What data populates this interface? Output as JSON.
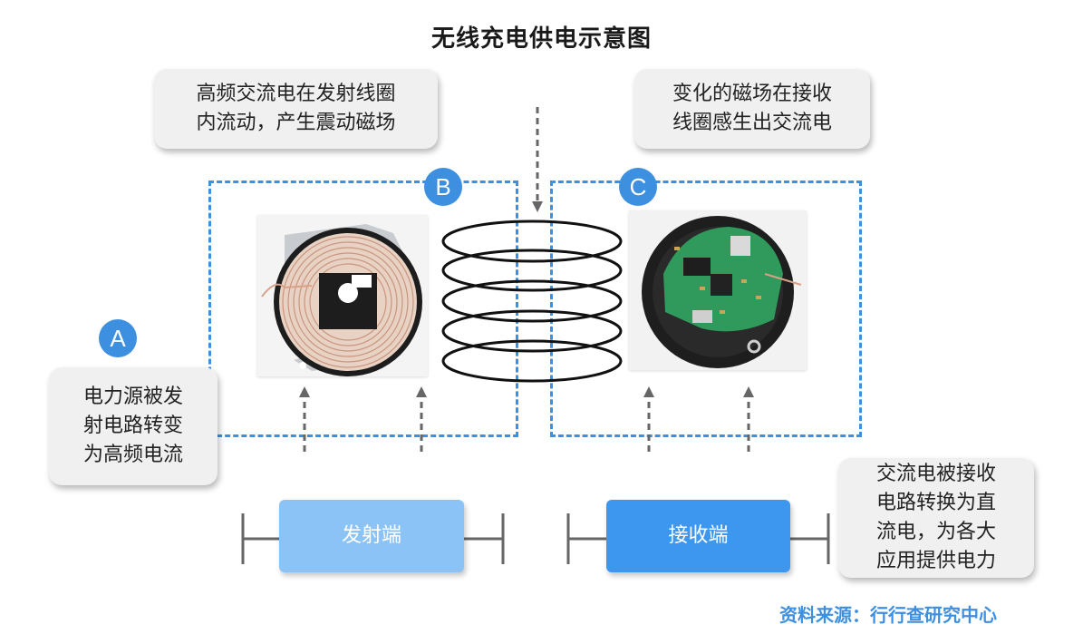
{
  "title": "无线充电供电示意图",
  "callouts": {
    "tx_top": [
      "高频交流电在发射线圈",
      "内流动，产生震动磁场"
    ],
    "rx_top": [
      "变化的磁场在接收",
      "线圈感生出交流电"
    ],
    "power_source": [
      "电力源被发",
      "射电路转变",
      "为高频电流"
    ],
    "rx_output": [
      "交流电被接收",
      "电路转换为直",
      "流电，为各大",
      "应用提供电力"
    ]
  },
  "badges": {
    "a": "A",
    "b": "B",
    "c": "C"
  },
  "buttons": {
    "transmitter": "发射端",
    "receiver": "接收端"
  },
  "source_note": "资料来源：行行查研究中心",
  "colors": {
    "accent": "#3d8fe0",
    "transmitter_button": "#8cc3f7",
    "receiver_button": "#3d97ef",
    "callout_bg": "#f0f0f0"
  }
}
